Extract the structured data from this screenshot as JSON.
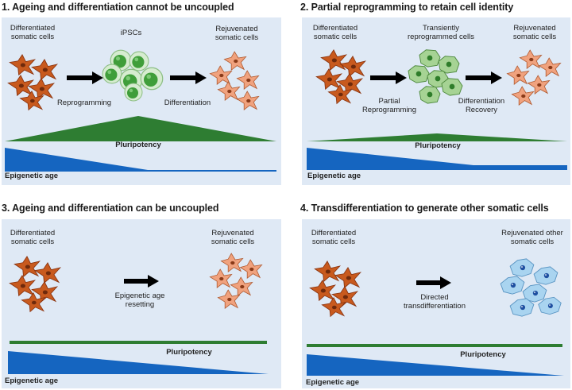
{
  "panel1": {
    "title": "1. Ageing and differentiation cannot be uncoupled",
    "differentiated": [
      "Differentiated",
      "somatic cells"
    ],
    "ipscs": "iPSCs",
    "rejuvenated": [
      "Rejuvenated",
      "somatic cells"
    ],
    "reprogramming": "Reprogramming",
    "differentiation": "Differentiation",
    "pluripotency": "Pluripotency",
    "epigenetic_age": "Epigenetic age"
  },
  "panel2": {
    "title": "2. Partial reprogramming to retain cell identity",
    "differentiated": [
      "Differentiated",
      "somatic cells"
    ],
    "transient": [
      "Transiently",
      "reprogrammed cells"
    ],
    "rejuvenated": [
      "Rejuvenated",
      "somatic cells"
    ],
    "partial": [
      "Partial",
      "Reprogramming"
    ],
    "recovery": [
      "Differentiation",
      "Recovery"
    ],
    "pluripotency": "Pluripotency",
    "epigenetic_age": "Epigenetic age"
  },
  "panel3": {
    "title": "3. Ageing and differentiation can be uncoupled",
    "differentiated": [
      "Differentiated",
      "somatic cells"
    ],
    "rejuvenated": [
      "Rejuvenated",
      "somatic cells"
    ],
    "resetting": [
      "Epigenetic age",
      "resetting"
    ],
    "pluripotency": "Pluripotency",
    "epigenetic_age": "Epigenetic age"
  },
  "panel4": {
    "title": "4. Transdifferentiation to generate other somatic cells",
    "differentiated": [
      "Differentiated",
      "somatic cells"
    ],
    "rejuvenated_other": [
      "Rejuvenated other",
      "somatic cells"
    ],
    "directed": [
      "Directed",
      "transdifferentiation"
    ],
    "pluripotency": "Pluripotency",
    "epigenetic_age": "Epigenetic age"
  },
  "colors": {
    "panel_bg": "#dfe9f5",
    "aged_cell": "#c85a1e",
    "rejuvenated_cell": "#f0a27e",
    "ipsc": "#3f9e3a",
    "transient_cell": "#8ec47c",
    "other_cell": "#8fc6ea",
    "pluripotency": "#2e7d32",
    "epigenetic": "#1565c0"
  }
}
